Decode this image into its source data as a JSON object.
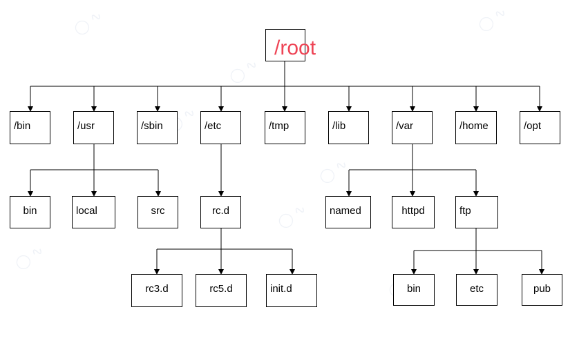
{
  "tree": {
    "root": "/root",
    "level1": [
      "/bin",
      "/usr",
      "/sbin",
      "/etc",
      "/tmp",
      "/lib",
      "/var",
      "/home",
      "/opt"
    ],
    "usr_children": [
      "bin",
      "local",
      "src"
    ],
    "etc_children": [
      "rc.d"
    ],
    "rcd_children": [
      "rc3.d",
      "rc5.d",
      "init.d"
    ],
    "var_children": [
      "named",
      "httpd",
      "ftp"
    ],
    "ftp_children": [
      "bin",
      "etc",
      "pub"
    ]
  },
  "colors": {
    "root_text": "#ee4455",
    "line": "#000000",
    "text": "#000000"
  }
}
